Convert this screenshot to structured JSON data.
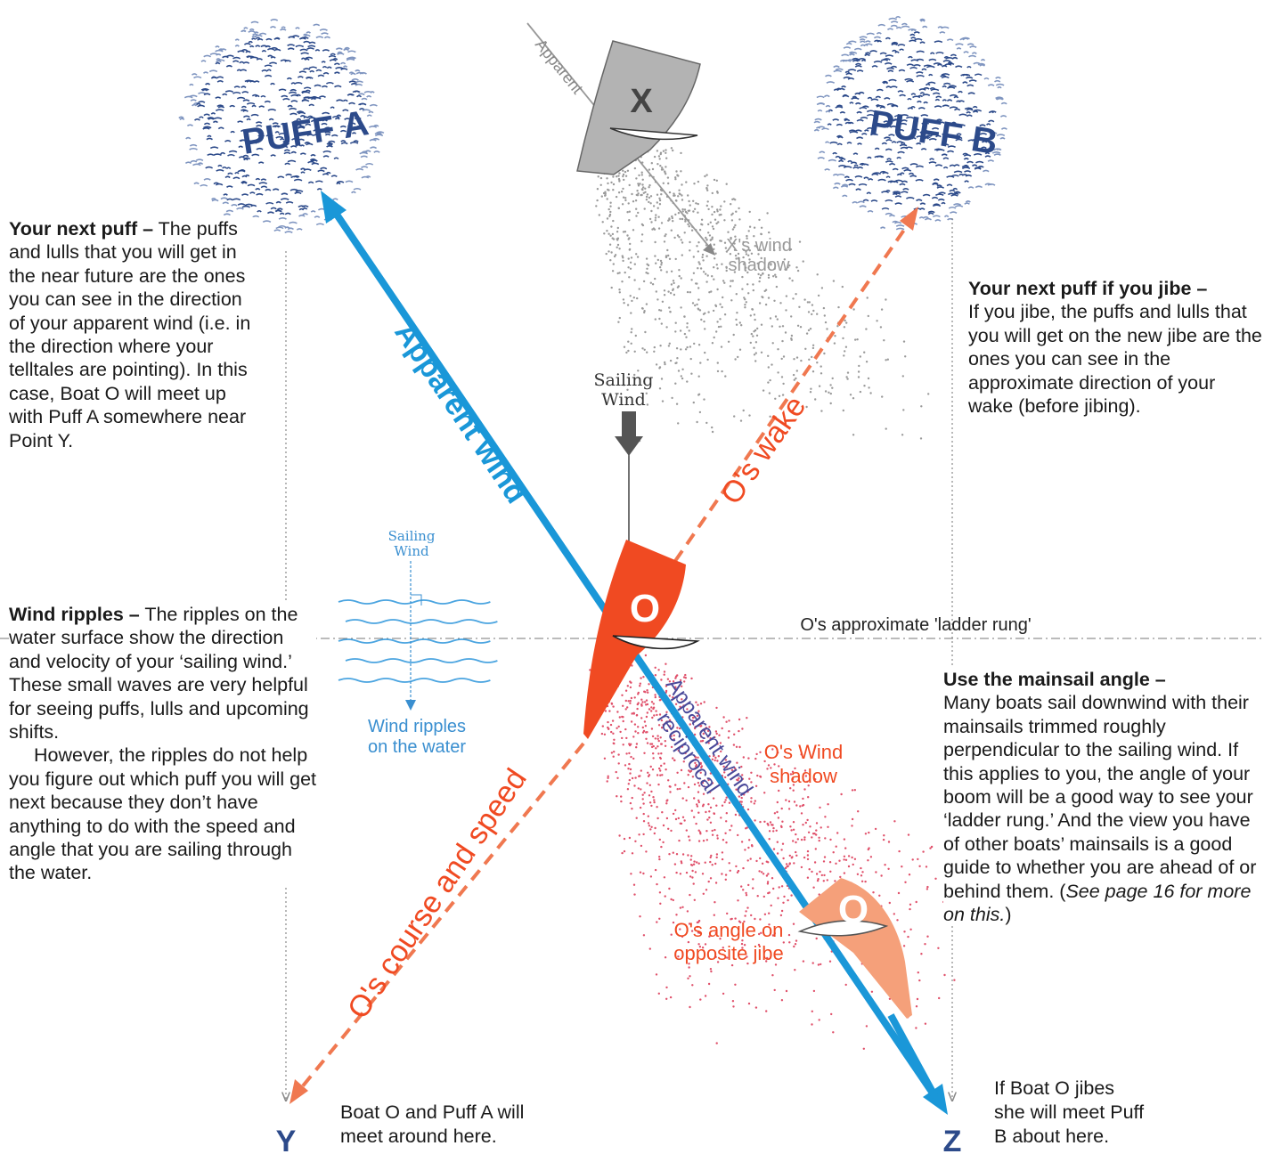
{
  "puffs": {
    "a_label": "PUFF A",
    "b_label": "PUFF B"
  },
  "boat_x": {
    "letter": "X",
    "apparent_label": "Apparent",
    "shadow_label_1": "X's wind",
    "shadow_label_2": "shadow"
  },
  "boat_o": {
    "letter": "O",
    "opposite_letter": "O",
    "ladder_rung_label": "O's approximate 'ladder rung'",
    "wind_shadow_1": "O's Wind",
    "wind_shadow_2": "shadow",
    "opposite_jibe_1": "O's angle on",
    "opposite_jibe_2": "opposite jibe"
  },
  "arrows": {
    "apparent_wind": "Apparent wind",
    "os_wake": "O's wake",
    "course_speed": "O's course and speed",
    "reciprocal_1": "Apparent wind",
    "reciprocal_2": "reciprocal"
  },
  "sailing_wind_top": {
    "line1": "Sailing",
    "line2": "Wind"
  },
  "ripples": {
    "line1": "Sailing",
    "line2": "Wind",
    "caption_1": "Wind ripples",
    "caption_2": "on the water"
  },
  "points": {
    "y": "Y",
    "z": "Z",
    "y_caption_1": "Boat O and Puff A will",
    "y_caption_2": "meet around here.",
    "z_caption_1": "If Boat O jibes",
    "z_caption_2": "she will meet Puff",
    "z_caption_3": "B about here."
  },
  "notes": {
    "next_puff": {
      "heading": "Your next puff –",
      "body": " The puffs and lulls that you will get in the near future are the ones you can see in the direction of your apparent wind (i.e. in the direction where your telltales are pointing). In this case, Boat O will meet up with Puff A somewhere near Point Y."
    },
    "jibe_puff": {
      "heading": "Your next puff if you jibe –",
      "body": "If you jibe, the puffs and lulls that you will get on the new jibe are the ones you can see in the approximate direction of your wake (before jibing)."
    },
    "wind_ripples": {
      "heading": "Wind ripples –",
      "body1": " The ripples on the water surface show the direction and velocity of your ‘sailing wind.’ These small waves are very helpful for seeing puffs, lulls and upcoming shifts.",
      "body2": "However, the ripples do not help you figure out which puff you will get next because they don’t have anything to do with the speed and angle that you are sailing through the water."
    },
    "mainsail": {
      "heading": "Use the mainsail angle –",
      "body": "Many boats sail downwind with their mainsails trimmed roughly perpendicular to the sailing wind.  If this applies to you, the angle of your boom will be a good way to see your ‘ladder rung.’ And the view you have of other boats’ mainsails is a good guide to whether you are ahead of or behind them. (",
      "italic": "See page 16 for more on this.",
      "tail": ")"
    }
  },
  "colors": {
    "apparent_blue": "#1a97d8",
    "wake_orange": "#f07850",
    "boat_red": "#f04a22",
    "boat_pale": "#f5a07a",
    "boat_gray": "#b3b3b3",
    "puff_navy": "#2c4a8a",
    "reciprocal_purple": "#4a4a9a",
    "ripple_blue": "#3a8fd0"
  }
}
